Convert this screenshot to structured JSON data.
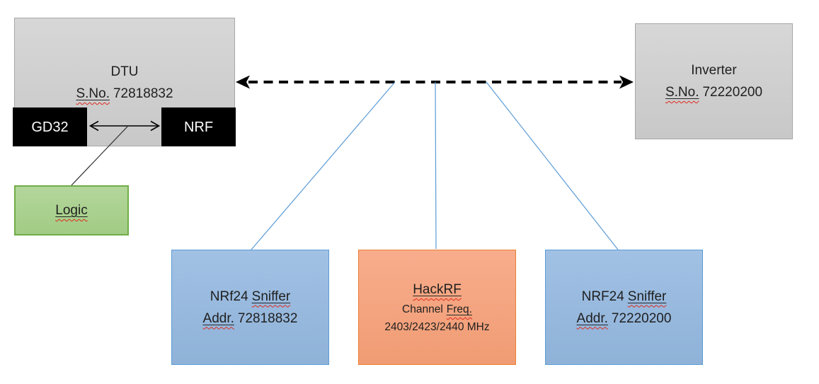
{
  "diagram": {
    "nodes": {
      "dtu": {
        "name": "DTU",
        "serial_label": "S.No.",
        "serial": "72818832"
      },
      "gd32": {
        "label": "GD32"
      },
      "nrf": {
        "label": "NRF"
      },
      "logic": {
        "label": "Logic"
      },
      "inverter": {
        "name": "Inverter",
        "serial_label": "S.No.",
        "serial": "72220200"
      },
      "sniffer_left": {
        "chip": "NRf24",
        "device": "Sniffer",
        "addr_label": "Addr.",
        "addr": "72818832"
      },
      "hackrf": {
        "name": "HackRF",
        "channel_label": "Channel",
        "freq_label": "Freq.",
        "frequencies": "2403/2423/2440 MHz"
      },
      "sniffer_right": {
        "chip": "NRF24",
        "device": "Sniffer",
        "addr_label": "Addr.",
        "addr": "72220200"
      }
    },
    "edges": [
      {
        "from": "DTU",
        "to": "Inverter",
        "style": "thick-dashed-double-arrow"
      },
      {
        "from": "GD32",
        "to": "NRF",
        "style": "thin-double-arrow"
      },
      {
        "from": "GD32-NRF link",
        "to": "Logic",
        "style": "thin-line"
      },
      {
        "from": "DTU-Inverter link",
        "to": "NRf24 Sniffer Addr. 72818832",
        "style": "thin-blue-line"
      },
      {
        "from": "DTU-Inverter link",
        "to": "HackRF",
        "style": "thin-blue-line"
      },
      {
        "from": "DTU-Inverter link",
        "to": "NRF24 Sniffer Addr. 72220200",
        "style": "thin-blue-line"
      }
    ],
    "colors": {
      "gray_fill": "#cecece",
      "gray_border": "#a6a6a6",
      "black_fill": "#000000",
      "green_fill": "#a9d18e",
      "green_border": "#70ad47",
      "blue_fill": "#98b9de",
      "blue_border": "#5b9bd5",
      "orange_fill": "#f4a480",
      "orange_border": "#ed7d31",
      "connector_blue": "#5b9bd5",
      "arrow_black": "#000000",
      "squiggle_red": "#dd2b1c"
    }
  }
}
